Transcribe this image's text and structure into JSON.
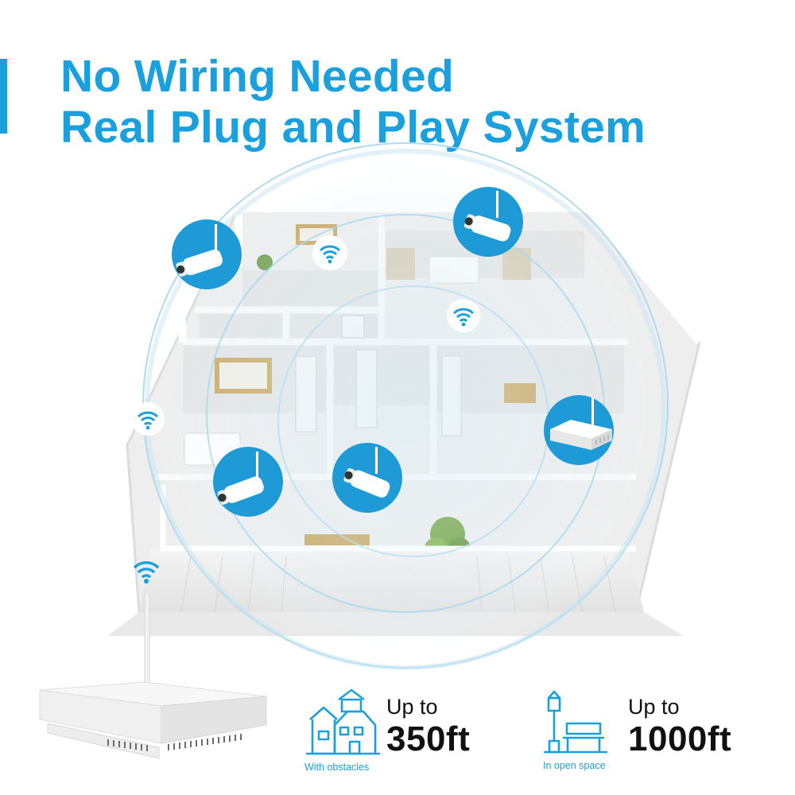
{
  "headline": {
    "line1": "No Wiring Needed",
    "line2": "Real Plug and Play System"
  },
  "range_specs": [
    {
      "icon": "building-icon",
      "prefix": "Up to",
      "value": "350ft",
      "caption": "With obstacles"
    },
    {
      "icon": "streetlamp-bench-icon",
      "prefix": "Up to",
      "value": "1000ft",
      "caption": "In open space"
    }
  ],
  "colors": {
    "accent": "#1aa0dc",
    "camera_bubble": "#1e9ad6",
    "text_dark": "#111111"
  }
}
